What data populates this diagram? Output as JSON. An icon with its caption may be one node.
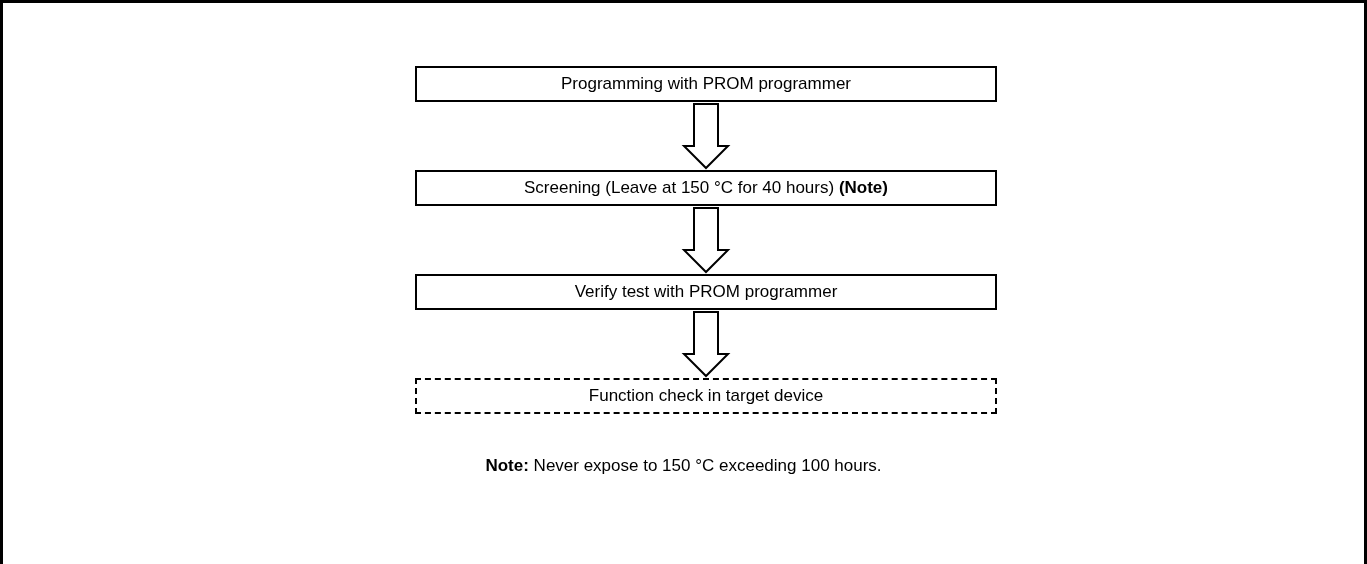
{
  "diagram": {
    "nodes": [
      {
        "text": [
          "Programming with PROM programmer"
        ]
      },
      {
        "text": [
          "Screening (Leave at 150 °C for 40 hours) **(Note)**"
        ]
      },
      {
        "text": [
          "Verify test with PROM programmer"
        ]
      },
      {
        "text": [
          "Function check in target device"
        ]
      }
    ],
    "edges": [
      {
        "from": 0,
        "to": 1,
        "arrow": "to"
      },
      {
        "from": 1,
        "to": 2,
        "arrow": "to"
      },
      {
        "from": 2,
        "to": 3,
        "arrow": "to"
      }
    ],
    "labels": [
      "**Note:** Never expose to 150 °C exceeding 100 hours."
    ]
  }
}
